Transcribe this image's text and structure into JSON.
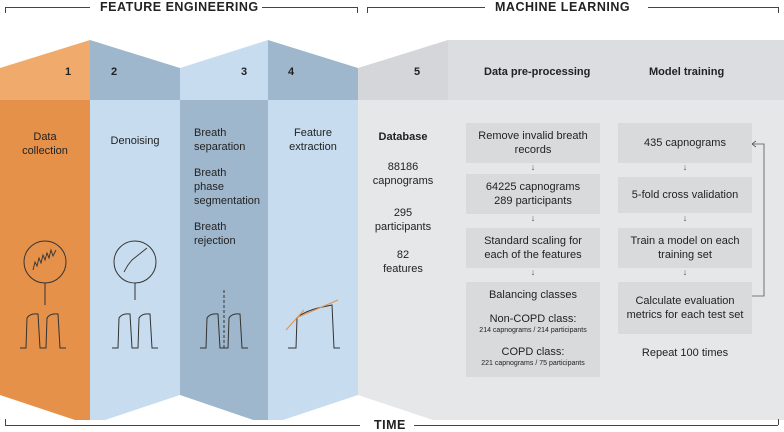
{
  "headers": {
    "feature_engineering": "FEATURE ENGINEERING",
    "machine_learning": "MACHINE LEARNING",
    "time": "TIME"
  },
  "colors": {
    "orange": "#e5914a",
    "orange_light": "#f0ab6c",
    "blue_light": "#c7ddef",
    "blue_mid": "#9fb7cc",
    "grey_panel": "#e6e7e9",
    "box_grey": "#d9dadc"
  },
  "panels": [
    {
      "number": "1",
      "lines": [
        "Data",
        "collection"
      ]
    },
    {
      "number": "2",
      "lines": [
        "Denoising"
      ]
    },
    {
      "number": "3",
      "items": [
        [
          "Breath",
          "separation"
        ],
        [
          "Breath",
          "phase",
          "segmentation"
        ],
        [
          "Breath",
          "rejection"
        ]
      ]
    },
    {
      "number": "4",
      "lines": [
        "Feature",
        "extraction"
      ]
    },
    {
      "number": "5",
      "title": "Database",
      "items": [
        [
          "88186",
          "capnograms"
        ],
        [
          "295",
          "participants"
        ],
        [
          "82",
          "features"
        ]
      ]
    }
  ],
  "preprocessing": {
    "title": "Data pre-processing",
    "boxes": [
      {
        "lines": [
          "Remove invalid breath",
          "records"
        ]
      },
      {
        "lines": [
          "64225 capnograms",
          "289 participants"
        ]
      },
      {
        "lines": [
          "Standard scaling for",
          "each of the features"
        ]
      }
    ],
    "balancing": {
      "title": "Balancing classes",
      "noncopd_label": "Non-COPD class:",
      "noncopd_detail": "214 capnograms / 214 participants",
      "copd_label": "COPD class:",
      "copd_detail": "221 capnograms / 75 participants"
    }
  },
  "training": {
    "title": "Model training",
    "boxes": [
      {
        "lines": [
          "435 capnograms"
        ]
      },
      {
        "lines": [
          "5-fold cross validation"
        ]
      },
      {
        "lines": [
          "Train a model on each",
          "training set"
        ]
      },
      {
        "lines": [
          "Calculate evaluation",
          "metrics for each test set"
        ]
      }
    ],
    "repeat": "Repeat 100 times"
  },
  "arrow_glyph": "↓"
}
